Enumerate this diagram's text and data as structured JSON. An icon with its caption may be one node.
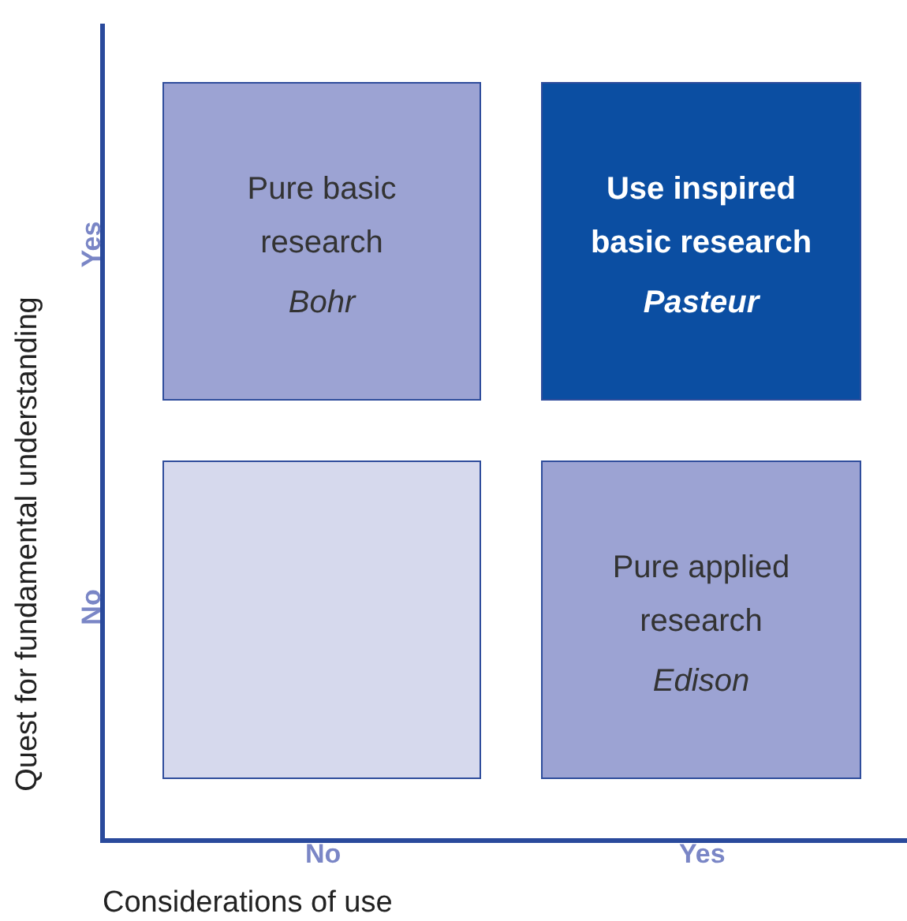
{
  "diagram": {
    "nodes": [
      {
        "text": [
          "Pure basic research",
          "Bohr"
        ]
      },
      {
        "text": [
          "Use inspired basic research",
          "Pasteur"
        ]
      },
      {
        "text": [],
        "shape": "box"
      },
      {
        "text": [
          "Pure applied research",
          "Edison"
        ]
      }
    ],
    "labels": [
      "Quest for fundamental understanding",
      "Yes",
      "No",
      "No",
      "Yes",
      "Considerations of use"
    ]
  }
}
